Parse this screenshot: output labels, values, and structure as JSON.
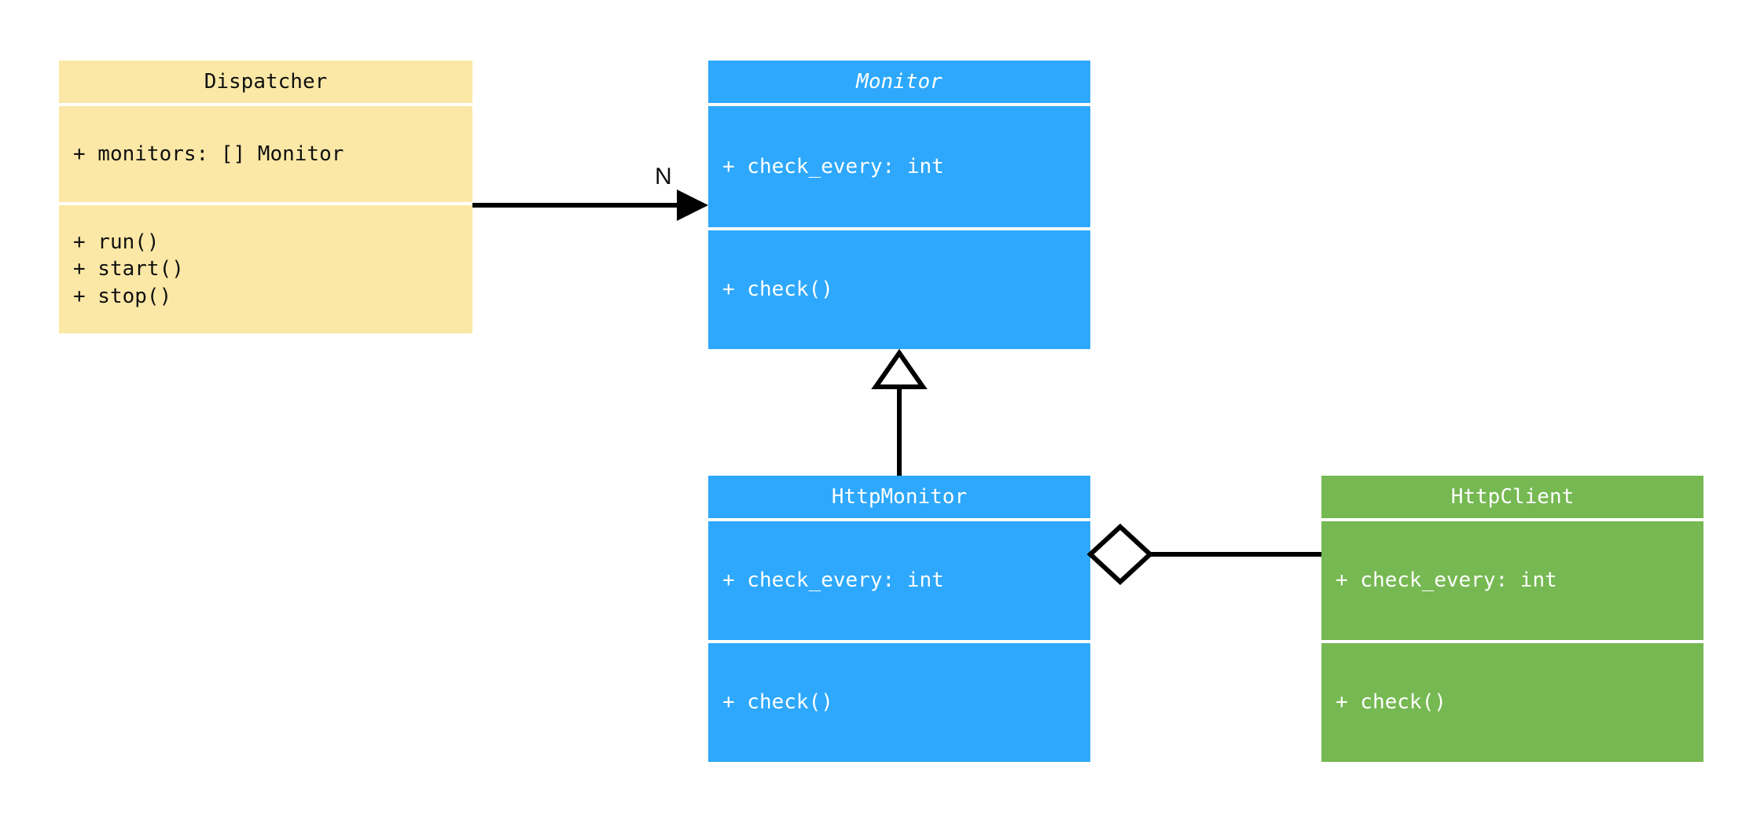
{
  "diagram": {
    "type": "uml-class-diagram",
    "background": "#ffffff",
    "palette": {
      "yellow": "#fce8a6",
      "blue": "#2ea8fc",
      "green": "#76b852",
      "line": "#000000",
      "text_dark": "#101010",
      "text_light": "#ffffff"
    }
  },
  "classes": [
    {
      "id": "dispatcher",
      "name": "Dispatcher",
      "abstract": false,
      "color": "#fce8a6",
      "attributes": [
        "+ monitors: [] Monitor"
      ],
      "methods": [
        "+ run()",
        "+ start()",
        "+ stop()"
      ]
    },
    {
      "id": "monitor",
      "name": "Monitor",
      "abstract": true,
      "color": "#2ea8fc",
      "attributes": [
        "+ check_every: int"
      ],
      "methods": [
        "+ check()"
      ]
    },
    {
      "id": "http_monitor",
      "name": "HttpMonitor",
      "abstract": false,
      "color": "#2ea8fc",
      "attributes": [
        "+ check_every: int"
      ],
      "methods": [
        "+ check()"
      ]
    },
    {
      "id": "http_client",
      "name": "HttpClient",
      "abstract": false,
      "color": "#76b852",
      "attributes": [
        "+ check_every: int"
      ],
      "methods": [
        "+ check()"
      ]
    }
  ],
  "relationships": [
    {
      "id": "dispatcher-to-monitor",
      "kind": "association",
      "from": "Dispatcher",
      "to": "Monitor",
      "arrowhead": "filled-triangle",
      "label": "N"
    },
    {
      "id": "httpmonitor-to-monitor",
      "kind": "generalization",
      "from": "HttpMonitor",
      "to": "Monitor",
      "arrowhead": "hollow-triangle",
      "label": ""
    },
    {
      "id": "httpmonitor-to-httpclient",
      "kind": "aggregation",
      "from": "HttpMonitor",
      "to": "HttpClient",
      "arrowhead": "hollow-diamond",
      "label": ""
    }
  ]
}
